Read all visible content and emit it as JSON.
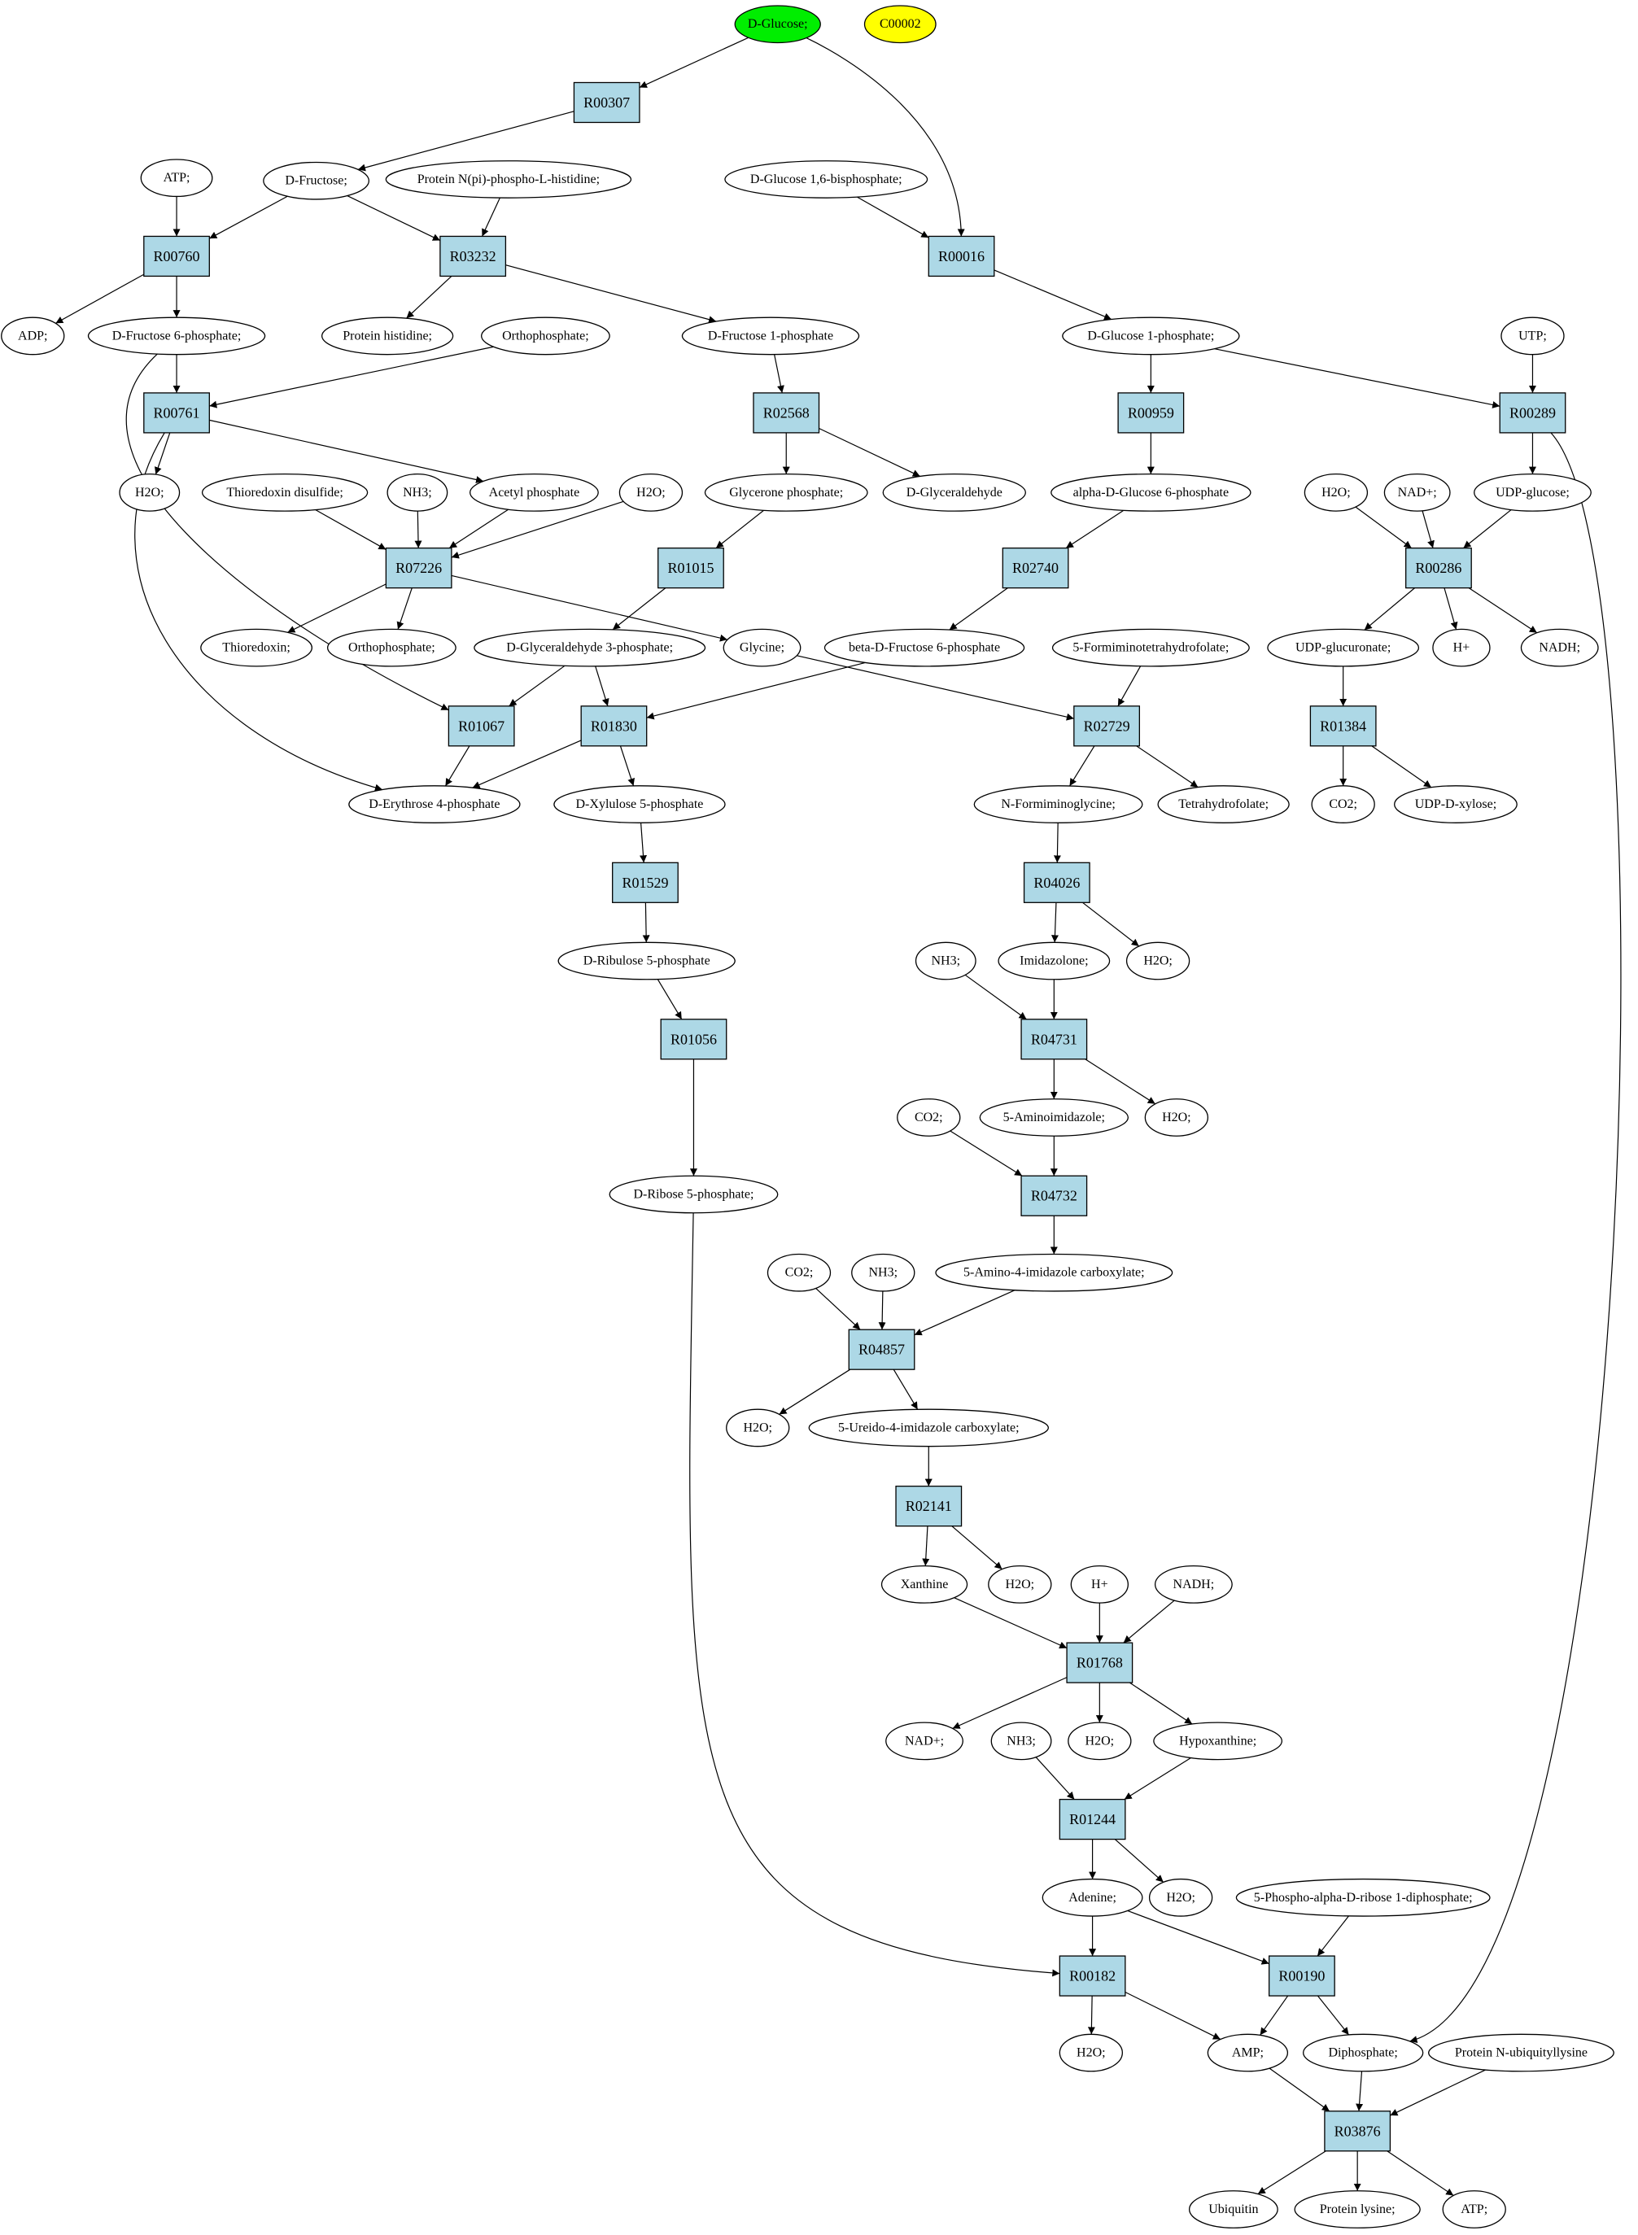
{
  "graph": {
    "compounds": [
      {
        "id": "glc",
        "label": "D-Glucose;",
        "role": "start"
      },
      {
        "id": "c00002",
        "label": "C00002",
        "role": "query"
      },
      {
        "id": "atp1",
        "label": "ATP;"
      },
      {
        "id": "fru",
        "label": "D-Fructose;"
      },
      {
        "id": "pnph",
        "label": "Protein N(pi)-phospho-L-histidine;"
      },
      {
        "id": "g16bp",
        "label": "D-Glucose 1,6-bisphosphate;"
      },
      {
        "id": "adp",
        "label": "ADP;"
      },
      {
        "id": "f6p",
        "label": "D-Fructose 6-phosphate;"
      },
      {
        "id": "phis",
        "label": "Protein histidine;"
      },
      {
        "id": "pi1",
        "label": "Orthophosphate;"
      },
      {
        "id": "f1p",
        "label": "D-Fructose 1-phosphate"
      },
      {
        "id": "g1p",
        "label": "D-Glucose 1-phosphate;"
      },
      {
        "id": "utp",
        "label": "UTP;"
      },
      {
        "id": "h2o1",
        "label": "H2O;"
      },
      {
        "id": "trxs",
        "label": "Thioredoxin disulfide;"
      },
      {
        "id": "nh3a",
        "label": "NH3;"
      },
      {
        "id": "acp",
        "label": "Acetyl phosphate"
      },
      {
        "id": "h2o2",
        "label": "H2O;"
      },
      {
        "id": "dhap",
        "label": "Glycerone phosphate;"
      },
      {
        "id": "glyald",
        "label": "D-Glyceraldehyde"
      },
      {
        "id": "ag6p",
        "label": "alpha-D-Glucose 6-phosphate"
      },
      {
        "id": "h2o3",
        "label": "H2O;"
      },
      {
        "id": "nad1",
        "label": "NAD+;"
      },
      {
        "id": "udpg",
        "label": "UDP-glucose;"
      },
      {
        "id": "trx",
        "label": "Thioredoxin;"
      },
      {
        "id": "pi2",
        "label": "Orthophosphate;"
      },
      {
        "id": "g3p",
        "label": "D-Glyceraldehyde 3-phosphate;"
      },
      {
        "id": "gly",
        "label": "Glycine;"
      },
      {
        "id": "bf6p",
        "label": "beta-D-Fructose 6-phosphate"
      },
      {
        "id": "fthf",
        "label": "5-Formiminotetrahydrofolate;"
      },
      {
        "id": "udpga",
        "label": "UDP-glucuronate;"
      },
      {
        "id": "hplus1",
        "label": "H+"
      },
      {
        "id": "nadh1",
        "label": "NADH;"
      },
      {
        "id": "e4p",
        "label": "D-Erythrose 4-phosphate"
      },
      {
        "id": "x5p",
        "label": "D-Xylulose 5-phosphate"
      },
      {
        "id": "fgly",
        "label": "N-Formiminoglycine;"
      },
      {
        "id": "thf",
        "label": "Tetrahydrofolate;"
      },
      {
        "id": "co2a",
        "label": "CO2;"
      },
      {
        "id": "udpx",
        "label": "UDP-D-xylose;"
      },
      {
        "id": "nh3b",
        "label": "NH3;"
      },
      {
        "id": "imz",
        "label": "Imidazolone;"
      },
      {
        "id": "h2o4",
        "label": "H2O;"
      },
      {
        "id": "ru5p",
        "label": "D-Ribulose 5-phosphate"
      },
      {
        "id": "co2b",
        "label": "CO2;"
      },
      {
        "id": "aimz",
        "label": "5-Aminoimidazole;"
      },
      {
        "id": "h2o5",
        "label": "H2O;"
      },
      {
        "id": "r5p",
        "label": "D-Ribose 5-phosphate;"
      },
      {
        "id": "co2c",
        "label": "CO2;"
      },
      {
        "id": "nh3c",
        "label": "NH3;"
      },
      {
        "id": "aic",
        "label": "5-Amino-4-imidazole carboxylate;"
      },
      {
        "id": "h2o6",
        "label": "H2O;"
      },
      {
        "id": "uic",
        "label": "5-Ureido-4-imidazole carboxylate;"
      },
      {
        "id": "xan",
        "label": "Xanthine"
      },
      {
        "id": "h2o7",
        "label": "H2O;"
      },
      {
        "id": "hplus2",
        "label": "H+"
      },
      {
        "id": "nadh2",
        "label": "NADH;"
      },
      {
        "id": "nad2",
        "label": "NAD+;"
      },
      {
        "id": "nh3d",
        "label": "NH3;"
      },
      {
        "id": "h2o8",
        "label": "H2O;"
      },
      {
        "id": "hyp",
        "label": "Hypoxanthine;"
      },
      {
        "id": "ade",
        "label": "Adenine;"
      },
      {
        "id": "h2o9",
        "label": "H2O;"
      },
      {
        "id": "prpp",
        "label": "5-Phospho-alpha-D-ribose 1-diphosphate;"
      },
      {
        "id": "h2o10",
        "label": "H2O;"
      },
      {
        "id": "amp",
        "label": "AMP;"
      },
      {
        "id": "ppi",
        "label": "Diphosphate;"
      },
      {
        "id": "publ",
        "label": "Protein N-ubiquityllysine"
      },
      {
        "id": "ubq",
        "label": "Ubiquitin"
      },
      {
        "id": "plys",
        "label": "Protein lysine;"
      },
      {
        "id": "atp2",
        "label": "ATP;"
      }
    ],
    "reactions": [
      {
        "id": "R00307",
        "label": "R00307"
      },
      {
        "id": "R00760",
        "label": "R00760"
      },
      {
        "id": "R03232",
        "label": "R03232"
      },
      {
        "id": "R00016",
        "label": "R00016"
      },
      {
        "id": "R00761",
        "label": "R00761"
      },
      {
        "id": "R02568",
        "label": "R02568"
      },
      {
        "id": "R00959",
        "label": "R00959"
      },
      {
        "id": "R00289",
        "label": "R00289"
      },
      {
        "id": "R07226",
        "label": "R07226"
      },
      {
        "id": "R01015",
        "label": "R01015"
      },
      {
        "id": "R02740",
        "label": "R02740"
      },
      {
        "id": "R00286",
        "label": "R00286"
      },
      {
        "id": "R01067",
        "label": "R01067"
      },
      {
        "id": "R01830",
        "label": "R01830"
      },
      {
        "id": "R02729",
        "label": "R02729"
      },
      {
        "id": "R01384",
        "label": "R01384"
      },
      {
        "id": "R01529",
        "label": "R01529"
      },
      {
        "id": "R04026",
        "label": "R04026"
      },
      {
        "id": "R04731",
        "label": "R04731"
      },
      {
        "id": "R01056",
        "label": "R01056"
      },
      {
        "id": "R04732",
        "label": "R04732"
      },
      {
        "id": "R04857",
        "label": "R04857"
      },
      {
        "id": "R02141",
        "label": "R02141"
      },
      {
        "id": "R01768",
        "label": "R01768"
      },
      {
        "id": "R01244",
        "label": "R01244"
      },
      {
        "id": "R00182",
        "label": "R00182"
      },
      {
        "id": "R00190",
        "label": "R00190"
      },
      {
        "id": "R03876",
        "label": "R03876"
      }
    ],
    "edges": [
      [
        "glc",
        "R00307"
      ],
      [
        "glc",
        "R00016"
      ],
      [
        "R00307",
        "fru"
      ],
      [
        "atp1",
        "R00760"
      ],
      [
        "fru",
        "R00760"
      ],
      [
        "fru",
        "R03232"
      ],
      [
        "pnph",
        "R03232"
      ],
      [
        "g16bp",
        "R00016"
      ],
      [
        "R00760",
        "adp"
      ],
      [
        "R00760",
        "f6p"
      ],
      [
        "R03232",
        "phis"
      ],
      [
        "R03232",
        "f1p"
      ],
      [
        "R00016",
        "g1p"
      ],
      [
        "f6p",
        "R00761"
      ],
      [
        "pi1",
        "R00761"
      ],
      [
        "f6p",
        "R01067"
      ],
      [
        "f1p",
        "R02568"
      ],
      [
        "g1p",
        "R00959"
      ],
      [
        "g1p",
        "R00289"
      ],
      [
        "utp",
        "R00289"
      ],
      [
        "R00761",
        "h2o1"
      ],
      [
        "R00761",
        "acp"
      ],
      [
        "R00761",
        "e4p"
      ],
      [
        "R02568",
        "dhap"
      ],
      [
        "R02568",
        "glyald"
      ],
      [
        "R00959",
        "ag6p"
      ],
      [
        "R00289",
        "udpg"
      ],
      [
        "R00289",
        "ppi"
      ],
      [
        "trxs",
        "R07226"
      ],
      [
        "nh3a",
        "R07226"
      ],
      [
        "acp",
        "R07226"
      ],
      [
        "h2o2",
        "R07226"
      ],
      [
        "dhap",
        "R01015"
      ],
      [
        "ag6p",
        "R02740"
      ],
      [
        "h2o3",
        "R00286"
      ],
      [
        "nad1",
        "R00286"
      ],
      [
        "udpg",
        "R00286"
      ],
      [
        "R07226",
        "trx"
      ],
      [
        "R07226",
        "pi2"
      ],
      [
        "R07226",
        "gly"
      ],
      [
        "R01015",
        "g3p"
      ],
      [
        "R02740",
        "bf6p"
      ],
      [
        "R00286",
        "udpga"
      ],
      [
        "R00286",
        "hplus1"
      ],
      [
        "R00286",
        "nadh1"
      ],
      [
        "g3p",
        "R01067"
      ],
      [
        "g3p",
        "R01830"
      ],
      [
        "bf6p",
        "R01830"
      ],
      [
        "gly",
        "R02729"
      ],
      [
        "fthf",
        "R02729"
      ],
      [
        "udpga",
        "R01384"
      ],
      [
        "R01067",
        "e4p"
      ],
      [
        "R01830",
        "e4p"
      ],
      [
        "R01830",
        "x5p"
      ],
      [
        "R02729",
        "fgly"
      ],
      [
        "R02729",
        "thf"
      ],
      [
        "R01384",
        "co2a"
      ],
      [
        "R01384",
        "udpx"
      ],
      [
        "x5p",
        "R01529"
      ],
      [
        "fgly",
        "R04026"
      ],
      [
        "R01529",
        "ru5p"
      ],
      [
        "R04026",
        "imz"
      ],
      [
        "R04026",
        "h2o4"
      ],
      [
        "nh3b",
        "R04731"
      ],
      [
        "imz",
        "R04731"
      ],
      [
        "ru5p",
        "R01056"
      ],
      [
        "R04731",
        "aimz"
      ],
      [
        "R04731",
        "h2o5"
      ],
      [
        "co2b",
        "R04732"
      ],
      [
        "aimz",
        "R04732"
      ],
      [
        "R01056",
        "r5p"
      ],
      [
        "R04732",
        "aic"
      ],
      [
        "co2c",
        "R04857"
      ],
      [
        "nh3c",
        "R04857"
      ],
      [
        "aic",
        "R04857"
      ],
      [
        "R04857",
        "h2o6"
      ],
      [
        "R04857",
        "uic"
      ],
      [
        "uic",
        "R02141"
      ],
      [
        "R02141",
        "xan"
      ],
      [
        "R02141",
        "h2o7"
      ],
      [
        "xan",
        "R01768"
      ],
      [
        "hplus2",
        "R01768"
      ],
      [
        "nadh2",
        "R01768"
      ],
      [
        "R01768",
        "nad2"
      ],
      [
        "R01768",
        "h2o8"
      ],
      [
        "R01768",
        "hyp"
      ],
      [
        "nh3d",
        "R01244"
      ],
      [
        "hyp",
        "R01244"
      ],
      [
        "R01244",
        "ade"
      ],
      [
        "R01244",
        "h2o9"
      ],
      [
        "r5p",
        "R00182"
      ],
      [
        "ade",
        "R00182"
      ],
      [
        "ade",
        "R00190"
      ],
      [
        "prpp",
        "R00190"
      ],
      [
        "R00182",
        "h2o10"
      ],
      [
        "R00182",
        "amp"
      ],
      [
        "R00190",
        "amp"
      ],
      [
        "R00190",
        "ppi"
      ],
      [
        "amp",
        "R03876"
      ],
      [
        "ppi",
        "R03876"
      ],
      [
        "publ",
        "R03876"
      ],
      [
        "R03876",
        "ubq"
      ],
      [
        "R03876",
        "plys"
      ],
      [
        "R03876",
        "atp2"
      ]
    ]
  }
}
